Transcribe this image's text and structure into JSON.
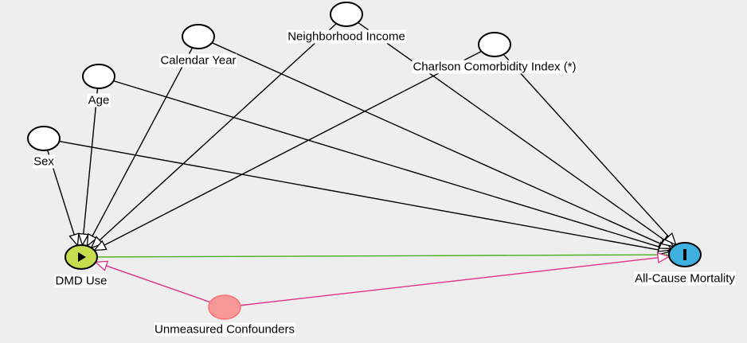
{
  "nodes": [
    {
      "id": "sex",
      "label": "Sex",
      "type": "adjusted",
      "fill": "#ffffff"
    },
    {
      "id": "age",
      "label": "Age",
      "type": "adjusted",
      "fill": "#ffffff"
    },
    {
      "id": "year",
      "label": "Calendar Year",
      "type": "adjusted",
      "fill": "#ffffff"
    },
    {
      "id": "income",
      "label": "Neighborhood Income",
      "type": "adjusted",
      "fill": "#ffffff"
    },
    {
      "id": "cci",
      "label": "Charlson Comorbidity Index (*)",
      "type": "adjusted",
      "fill": "#ffffff"
    },
    {
      "id": "dmd",
      "label": "DMD Use",
      "type": "exposure",
      "fill": "#c8dc50",
      "icon": "play-icon"
    },
    {
      "id": "mort",
      "label": "All-Cause Mortality",
      "type": "outcome",
      "fill": "#40b0e0",
      "icon": "bar-icon"
    },
    {
      "id": "unm",
      "label": "Unmeasured Confounders",
      "type": "latent",
      "fill": "#f89898"
    }
  ],
  "edges": [
    {
      "from": "sex",
      "to": "dmd",
      "color": "#000000"
    },
    {
      "from": "age",
      "to": "dmd",
      "color": "#000000"
    },
    {
      "from": "year",
      "to": "dmd",
      "color": "#000000"
    },
    {
      "from": "income",
      "to": "dmd",
      "color": "#000000"
    },
    {
      "from": "cci",
      "to": "dmd",
      "color": "#000000"
    },
    {
      "from": "sex",
      "to": "mort",
      "color": "#000000"
    },
    {
      "from": "age",
      "to": "mort",
      "color": "#000000"
    },
    {
      "from": "year",
      "to": "mort",
      "color": "#000000"
    },
    {
      "from": "income",
      "to": "mort",
      "color": "#000000"
    },
    {
      "from": "cci",
      "to": "mort",
      "color": "#000000"
    },
    {
      "from": "dmd",
      "to": "mort",
      "color": "#4caf20",
      "causal": true
    },
    {
      "from": "unm",
      "to": "dmd",
      "color": "#e0308a"
    },
    {
      "from": "unm",
      "to": "mort",
      "color": "#e0308a"
    }
  ]
}
